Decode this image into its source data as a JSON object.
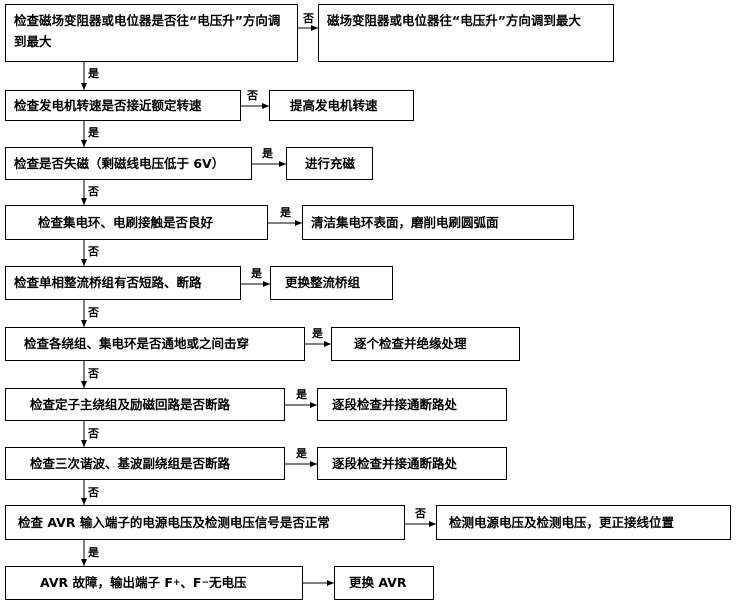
{
  "steps": [
    {
      "check": "检查磁场变阻器或电位器是否往“电压升”方向调到最大",
      "side_label": "否",
      "action": "磁场变阻器或电位器往“电压升”方向调到最大",
      "down_label": "是"
    },
    {
      "check": "检查发电机转速是否接近额定转速",
      "side_label": "否",
      "action": "提高发电机转速",
      "down_label": "是"
    },
    {
      "check": "检查是否失磁（剩磁线电压低于 6V）",
      "side_label": "是",
      "action": "进行充磁",
      "down_label": "否"
    },
    {
      "check": "检查集电环、电刷接触是否良好",
      "side_label": "是",
      "action": "清洁集电环表面，磨削电刷圆弧面",
      "down_label": "否"
    },
    {
      "check": "检查单相整流桥组有否短路、断路",
      "side_label": "是",
      "action": "更换整流桥组",
      "down_label": "否"
    },
    {
      "check": "检查各绕组、集电环是否通地或之间击穿",
      "side_label": "是",
      "action": "逐个检查并绝缘处理",
      "down_label": "否"
    },
    {
      "check": "检查定子主绕组及励磁回路是否断路",
      "side_label": "是",
      "action": "逐段检查并接通断路处",
      "down_label": "否"
    },
    {
      "check": "检查三次谐波、基波副绕组是否断路",
      "side_label": "是",
      "action": "逐段检查并接通断路处",
      "down_label": "否"
    },
    {
      "check": "检查 AVR 输入端子的电源电压及检测电压信号是否正常",
      "side_label": "否",
      "action": "检测电源电压及检测电压，更正接线位置",
      "down_label": "是"
    },
    {
      "check_prefix": "AVR 故障，输出端子 F",
      "check_sub1": "+",
      "check_mid": "、F",
      "check_sub2": "−",
      "check_suffix": " 无电压",
      "side_label": "",
      "action": "更换 AVR"
    }
  ]
}
